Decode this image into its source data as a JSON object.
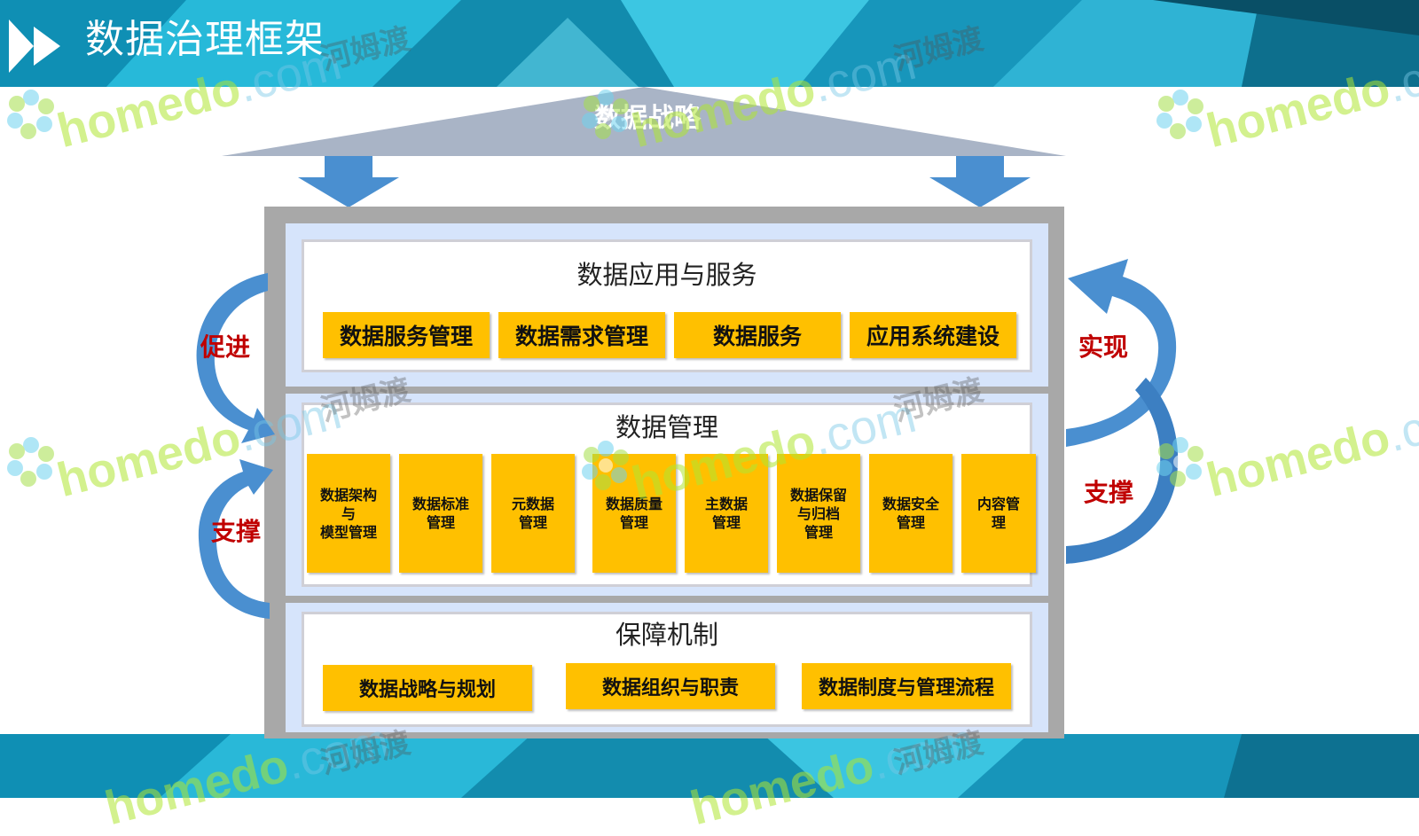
{
  "title": "数据治理框架",
  "roof": {
    "label": "数据战略"
  },
  "layers": {
    "application": {
      "title": "数据应用与服务",
      "items": [
        "数据服务管理",
        "数据需求管理",
        "数据服务",
        "应用系统建设"
      ]
    },
    "management": {
      "title": "数据管理",
      "items": [
        "数据架构\n与\n模型管理",
        "数据标准\n管理",
        "元数据\n管理",
        "数据质量\n管理",
        "主数据\n管理",
        "数据保留\n与归档\n管理",
        "数据安全\n管理",
        "内容管\n理"
      ]
    },
    "guarantee": {
      "title": "保障机制",
      "items": [
        "数据战略与规划",
        "数据组织与职责",
        "数据制度与管理流程"
      ]
    }
  },
  "side_labels": {
    "left_top": "促进",
    "left_bottom": "支撑",
    "right_top": "实现",
    "right_bottom": "支撑"
  },
  "watermarks": {
    "logo_text": "homedo",
    "logo_suffix": ".com",
    "cn_text": "河姆渡"
  },
  "colors": {
    "band_teal": "#1aa6c8",
    "roof_gray": "#a9b4c6",
    "arrow_blue": "#4a8fd0",
    "item_yellow": "#ffc000",
    "label_red": "#c00000",
    "layer_blue": "#d6e4fb",
    "frame_gray": "#a8a8a8"
  }
}
